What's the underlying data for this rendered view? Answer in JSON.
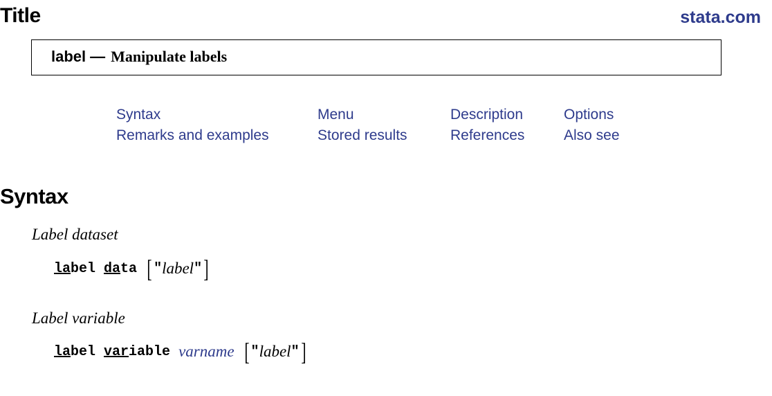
{
  "header": {
    "title": "Title",
    "brand": "stata.com"
  },
  "title_box": {
    "command": "label",
    "dash": "—",
    "description": "Manipulate labels"
  },
  "toc": {
    "syntax": "Syntax",
    "menu": "Menu",
    "description": "Description",
    "options": "Options",
    "remarks": "Remarks and examples",
    "stored_results": "Stored results",
    "references": "References",
    "also_see": "Also see"
  },
  "syntax_section": {
    "heading": "Syntax",
    "label_dataset": {
      "subheading": "Label dataset",
      "cmd1_abbrev": "la",
      "cmd1_rest": "bel",
      "sub_abbrev": "da",
      "sub_rest": "ta",
      "bracket_open": "[",
      "quote_open": "\"",
      "arg": "label",
      "quote_close": "\"",
      "bracket_close": "]"
    },
    "label_variable": {
      "subheading": "Label variable",
      "cmd1_abbrev": "la",
      "cmd1_rest": "bel",
      "sub_abbrev": "var",
      "sub_rest": "iable",
      "varname": "varname",
      "bracket_open": "[",
      "quote_open": "\"",
      "arg": "label",
      "quote_close": "\"",
      "bracket_close": "]"
    }
  }
}
